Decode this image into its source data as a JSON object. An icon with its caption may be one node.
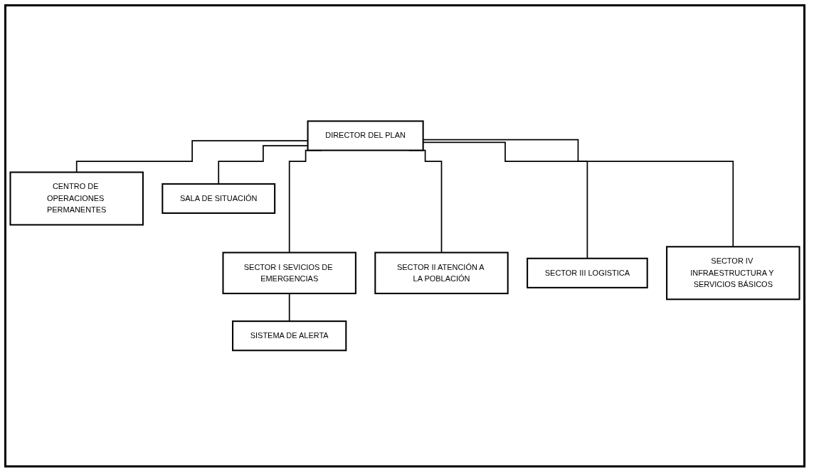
{
  "diagram": {
    "nodes": [
      {
        "text": [
          "DIRECTOR DEL PLAN"
        ]
      },
      {
        "text": [
          "CENTRO DE OPERACIONES PERMANENTES"
        ]
      },
      {
        "text": [
          "SALA DE SITUACIÓN"
        ]
      },
      {
        "text": [
          "SECTOR I SEVICIOS DE EMERGENCIAS"
        ]
      },
      {
        "text": [
          "SECTOR II ATENCIÓN A LA POBLACIÓN"
        ]
      },
      {
        "text": [
          "SECTOR III LOGISTICA"
        ]
      },
      {
        "text": [
          "SECTOR IV INFRAESTRUCTURA Y SERVICIOS BÁSICOS"
        ]
      },
      {
        "text": [
          "SISTEMA DE ALERTA"
        ]
      }
    ],
    "edges": [
      {
        "from": 0,
        "to": 1,
        "arrow": "none"
      },
      {
        "from": 0,
        "to": 2,
        "arrow": "none"
      },
      {
        "from": 0,
        "to": 3,
        "arrow": "none"
      },
      {
        "from": 0,
        "to": 4,
        "arrow": "none"
      },
      {
        "from": 0,
        "to": 5,
        "arrow": "none"
      },
      {
        "from": 0,
        "to": 6,
        "arrow": "none"
      },
      {
        "from": 3,
        "to": 7,
        "arrow": "none"
      }
    ]
  }
}
